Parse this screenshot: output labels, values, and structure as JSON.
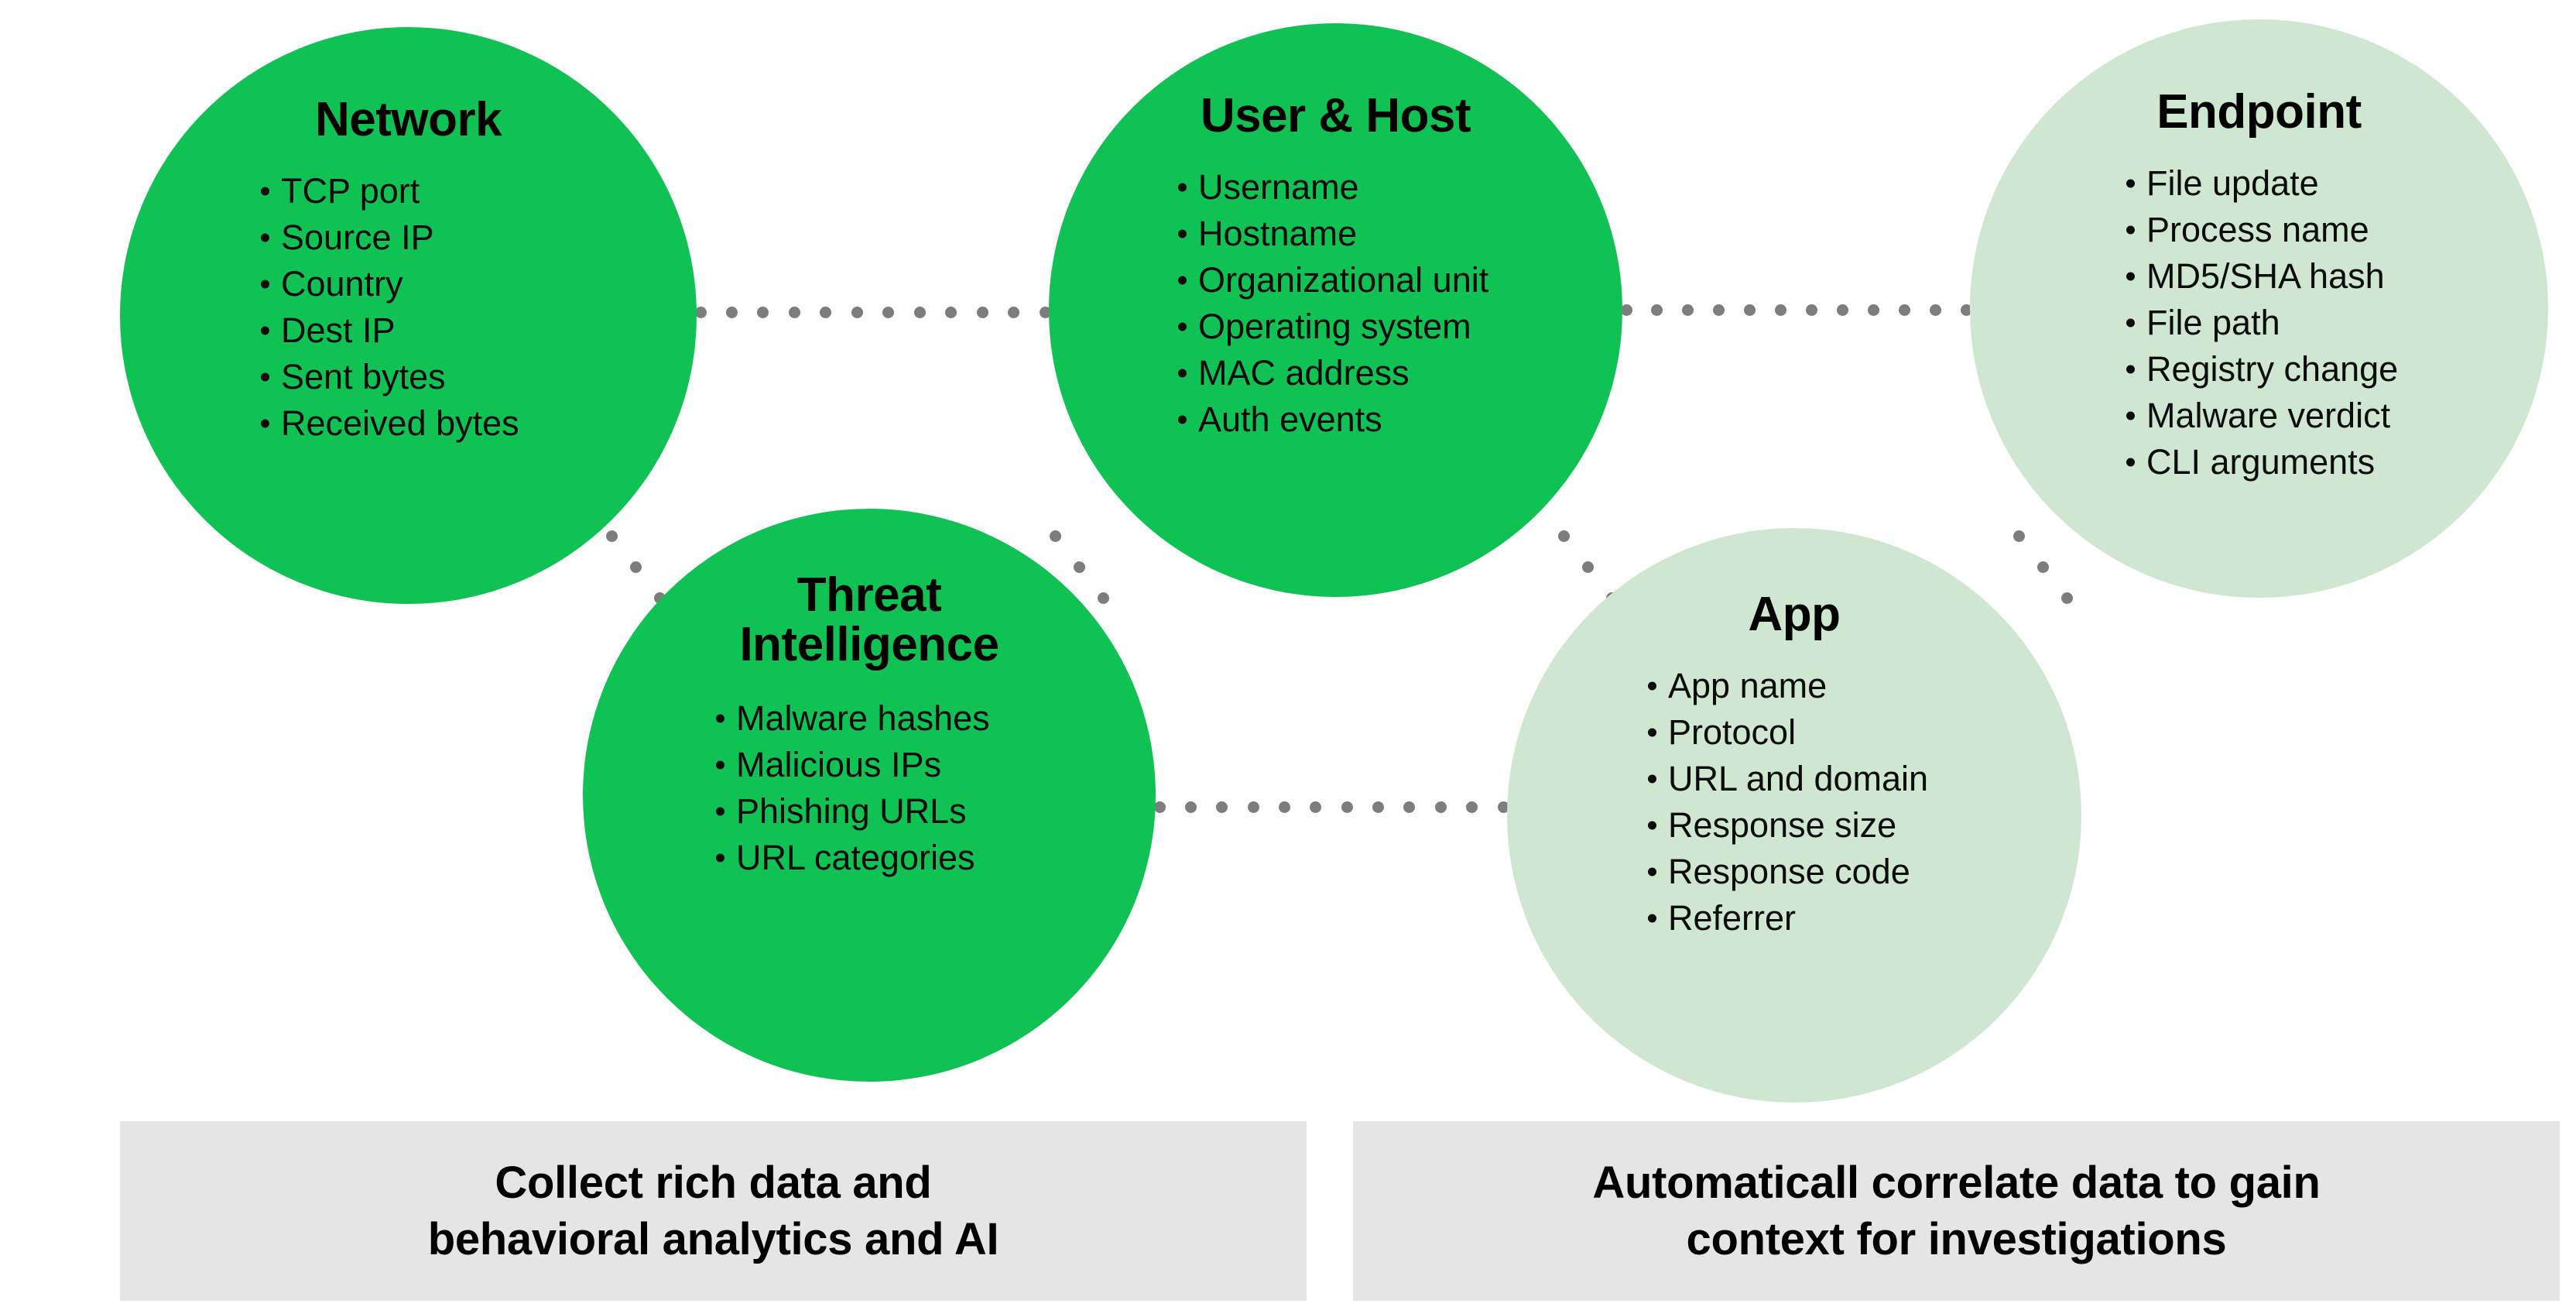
{
  "diagram": {
    "colors": {
      "solid_green": "#10C254",
      "pale_green": "#CFE7D0",
      "dot_gray": "#7D7D7D",
      "banner_gray": "#E5E5E5",
      "text_black": "#000000",
      "background": "#FFFFFF"
    },
    "nodes": [
      {
        "id": "network",
        "title": "Network",
        "fill": "solid",
        "items": [
          "TCP port",
          "Source IP",
          "Country",
          "Dest IP",
          "Sent bytes",
          "Received bytes"
        ]
      },
      {
        "id": "userhost",
        "title": "User & Host",
        "fill": "solid",
        "items": [
          "Username",
          "Hostname",
          "Organizational unit",
          "Operating system",
          "MAC address",
          "Auth events"
        ]
      },
      {
        "id": "endpoint",
        "title": "Endpoint",
        "fill": "pale",
        "items": [
          "File update",
          "Process name",
          "MD5/SHA hash",
          "File path",
          "Registry change",
          "Malware verdict",
          "CLI arguments"
        ]
      },
      {
        "id": "threatintel",
        "title": "Threat Intelligence",
        "title_line1": "Threat",
        "title_line2": "Intelligence",
        "fill": "solid",
        "items": [
          "Malware hashes",
          "Malicious IPs",
          "Phishing URLs",
          "URL categories"
        ]
      },
      {
        "id": "app",
        "title": "App",
        "fill": "pale",
        "items": [
          "App name",
          "Protocol",
          "URL and domain",
          "Response size",
          "Response code",
          "Referrer"
        ]
      }
    ],
    "connections": [
      {
        "id": "network-userhost",
        "from": "network",
        "to": "userhost",
        "style": "dotted",
        "orientation": "horizontal"
      },
      {
        "id": "userhost-endpoint",
        "from": "userhost",
        "to": "endpoint",
        "style": "dotted",
        "orientation": "horizontal"
      },
      {
        "id": "threatintel-app",
        "from": "threatintel",
        "to": "app",
        "style": "dotted",
        "orientation": "horizontal"
      },
      {
        "id": "network-threatintel",
        "from": "network",
        "to": "threatintel",
        "style": "dotted",
        "orientation": "diagonal"
      },
      {
        "id": "userhost-threatintel",
        "from": "userhost",
        "to": "threatintel",
        "style": "dotted",
        "orientation": "diagonal"
      },
      {
        "id": "userhost-app",
        "from": "userhost",
        "to": "app",
        "style": "dotted",
        "orientation": "diagonal"
      },
      {
        "id": "endpoint-app",
        "from": "endpoint",
        "to": "app",
        "style": "dotted",
        "orientation": "diagonal"
      }
    ],
    "banners": [
      {
        "id": "collect",
        "line1": "Collect rich data and",
        "line2": "behavioral analytics and AI"
      },
      {
        "id": "correlate",
        "line1": "Automaticall correlate data to gain",
        "line2": "context for investigations"
      }
    ]
  }
}
